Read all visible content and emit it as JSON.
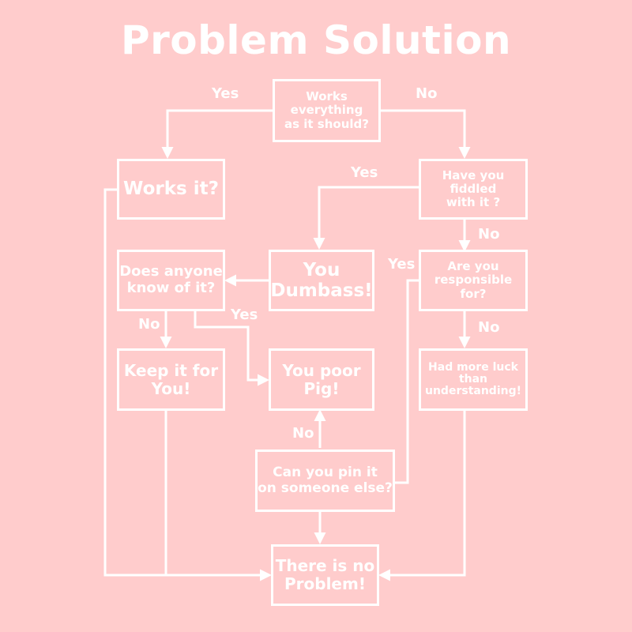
{
  "title": "Problem Solution",
  "colors": {
    "background": "#ffcccc",
    "ink": "#ffffff"
  },
  "nodes": {
    "works_everything": "Works everything\nas it should?",
    "works_it": "Works it?",
    "fiddled": "Have you fiddled\nwith it ?",
    "anyone_know": "Does anyone\nknow of it?",
    "dumbass": "You\nDumbass!",
    "responsible": "Are you\nresponsible for?",
    "keep_it": "Keep it for\nYou!",
    "poor_pig": "You poor\nPig!",
    "more_luck": "Had more luck\nthan\nunderstanding!",
    "pin_it": "Can you pin it\non someone else?",
    "no_problem": "There is no\nProblem!"
  },
  "edge_labels": {
    "top_yes": "Yes",
    "top_no": "No",
    "fiddled_yes": "Yes",
    "fiddled_no": "No",
    "responsible_yes": "Yes",
    "responsible_no": "No",
    "anyone_no": "No",
    "anyone_yes": "Yes",
    "pin_no": "No"
  }
}
